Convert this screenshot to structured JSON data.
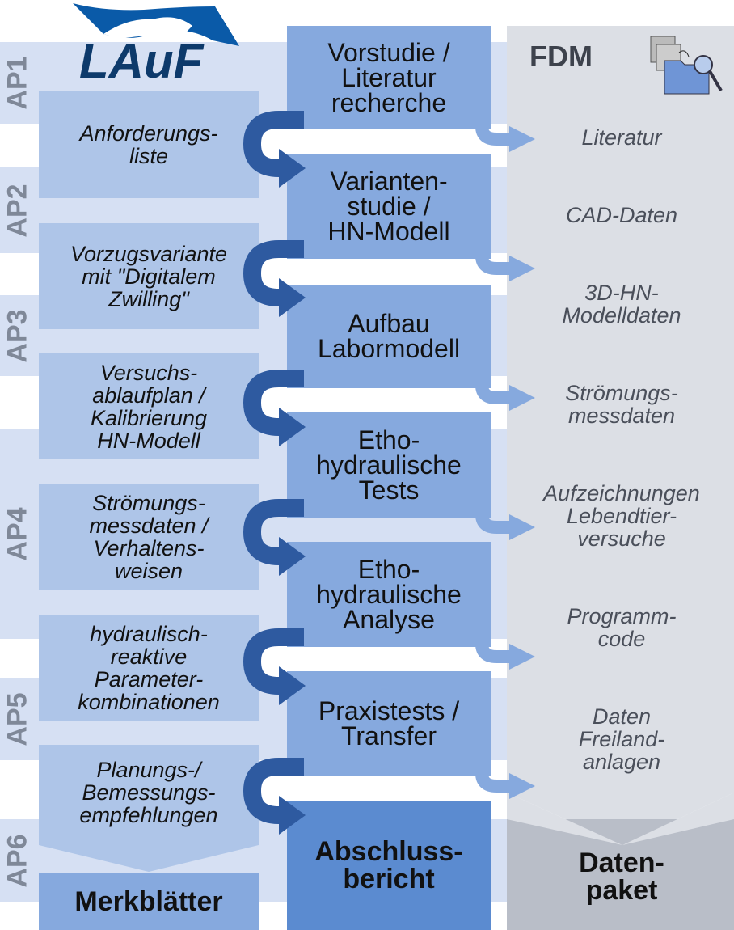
{
  "logo": {
    "text": "LAuF"
  },
  "work_packages": [
    "AP1",
    "AP2",
    "AP3",
    "AP4",
    "AP5",
    "AP6"
  ],
  "left_column": [
    "Anforderungs-\nliste",
    "Vorzugsvariante\nmit \"Digitalem\nZwilling\"",
    "Versuchs-\nablaufplan /\nKalibrierung\nHN-Modell",
    "Strömungs-\nmessdaten /\nVerhaltens-\nweisen",
    "hydraulisch-\nreaktive\nParameter-\nkombinationen",
    "Planungs-/\nBemessungs-\nempfehlungen"
  ],
  "left_output": "Merkblätter",
  "middle_column": [
    "Vorstudie /\nLiteratur\nrecherche",
    "Varianten-\nstudie /\nHN-Modell",
    "Aufbau\nLabormodell",
    "Etho-\nhydraulische\nTests",
    "Etho-\nhydraulische\nAnalyse",
    "Praxistests /\nTransfer"
  ],
  "middle_output": "Abschluss-\nbericht",
  "fdm": {
    "title": "FDM",
    "icon": "data-folder-magnifier-icon"
  },
  "right_column": [
    "Literatur",
    "CAD-Daten",
    "3D-HN-\nModelldaten",
    "Strömungs-\nmessdaten",
    "Aufzeichnungen\nLebendtier-\nversuche",
    "Programm-\ncode",
    "Daten\nFreiland-\nanlagen"
  ],
  "right_output": "Daten-\npaket",
  "colors": {
    "band": "#d6e0f3",
    "left": "#aec5e8",
    "middle": "#86a9de",
    "final": "#5b8bd0",
    "arrow": "#2e5aa0",
    "fdm": "#dcdfe5",
    "datenpaket": "#b9bec8"
  }
}
